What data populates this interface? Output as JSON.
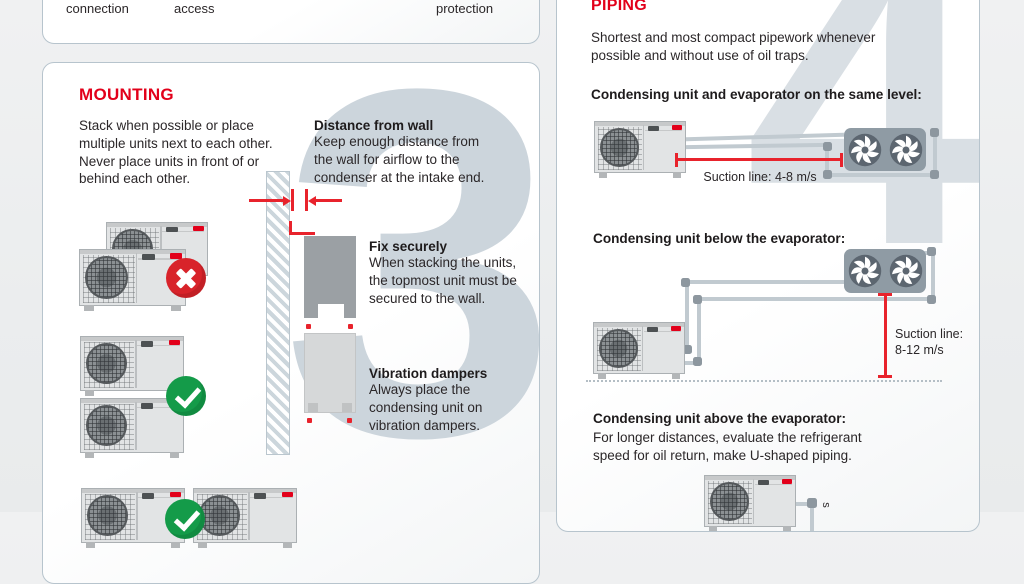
{
  "top_panel": {
    "labels": [
      "connection",
      "access",
      "protection"
    ]
  },
  "mounting": {
    "big_number": "3",
    "title": "MOUNTING",
    "intro": "Stack when possible or place multiple units next to each other. Never place units in front of or behind each other.",
    "notes": [
      {
        "title": "Distance from wall",
        "body": "Keep enough distance from the wall for airflow to the condenser at the intake end."
      },
      {
        "title": "Fix securely",
        "body": "When stacking the units, the topmost unit must be secured to the wall."
      },
      {
        "title": "Vibration dampers",
        "body": "Always place the condensing unit on vibration dampers."
      }
    ],
    "icons": {
      "wrong": "red-cross-badge",
      "right": "green-check-badge",
      "logo": "danfoss-logo"
    }
  },
  "piping": {
    "big_number": "4",
    "title": "PIPING",
    "intro": "Shortest and most compact pipework whenever possible and without use of oil traps.",
    "case_same_level": {
      "heading": "Condensing unit and evaporator on the same level:",
      "suction_label": "Suction line: 4-8 m/s"
    },
    "case_below": {
      "heading": "Condensing unit below the evaporator:",
      "suction_label_line1": "Suction line:",
      "suction_label_line2": "8-12 m/s"
    },
    "case_above": {
      "heading": "Condensing unit above the evaporator:",
      "body": "For longer distances, evaluate the refrigerant speed for oil return, make U-shaped piping.",
      "partial_label": "s"
    }
  },
  "colors": {
    "accent_red": "#e2001a",
    "drawing_red": "#e8232c",
    "check_green": "#149b49",
    "numeral_gray": "#ccd5dc",
    "panel_border": "#b7c4cd",
    "pipe_gray": "#c1cad0",
    "evaporator_gray": "#8f9ba4"
  }
}
